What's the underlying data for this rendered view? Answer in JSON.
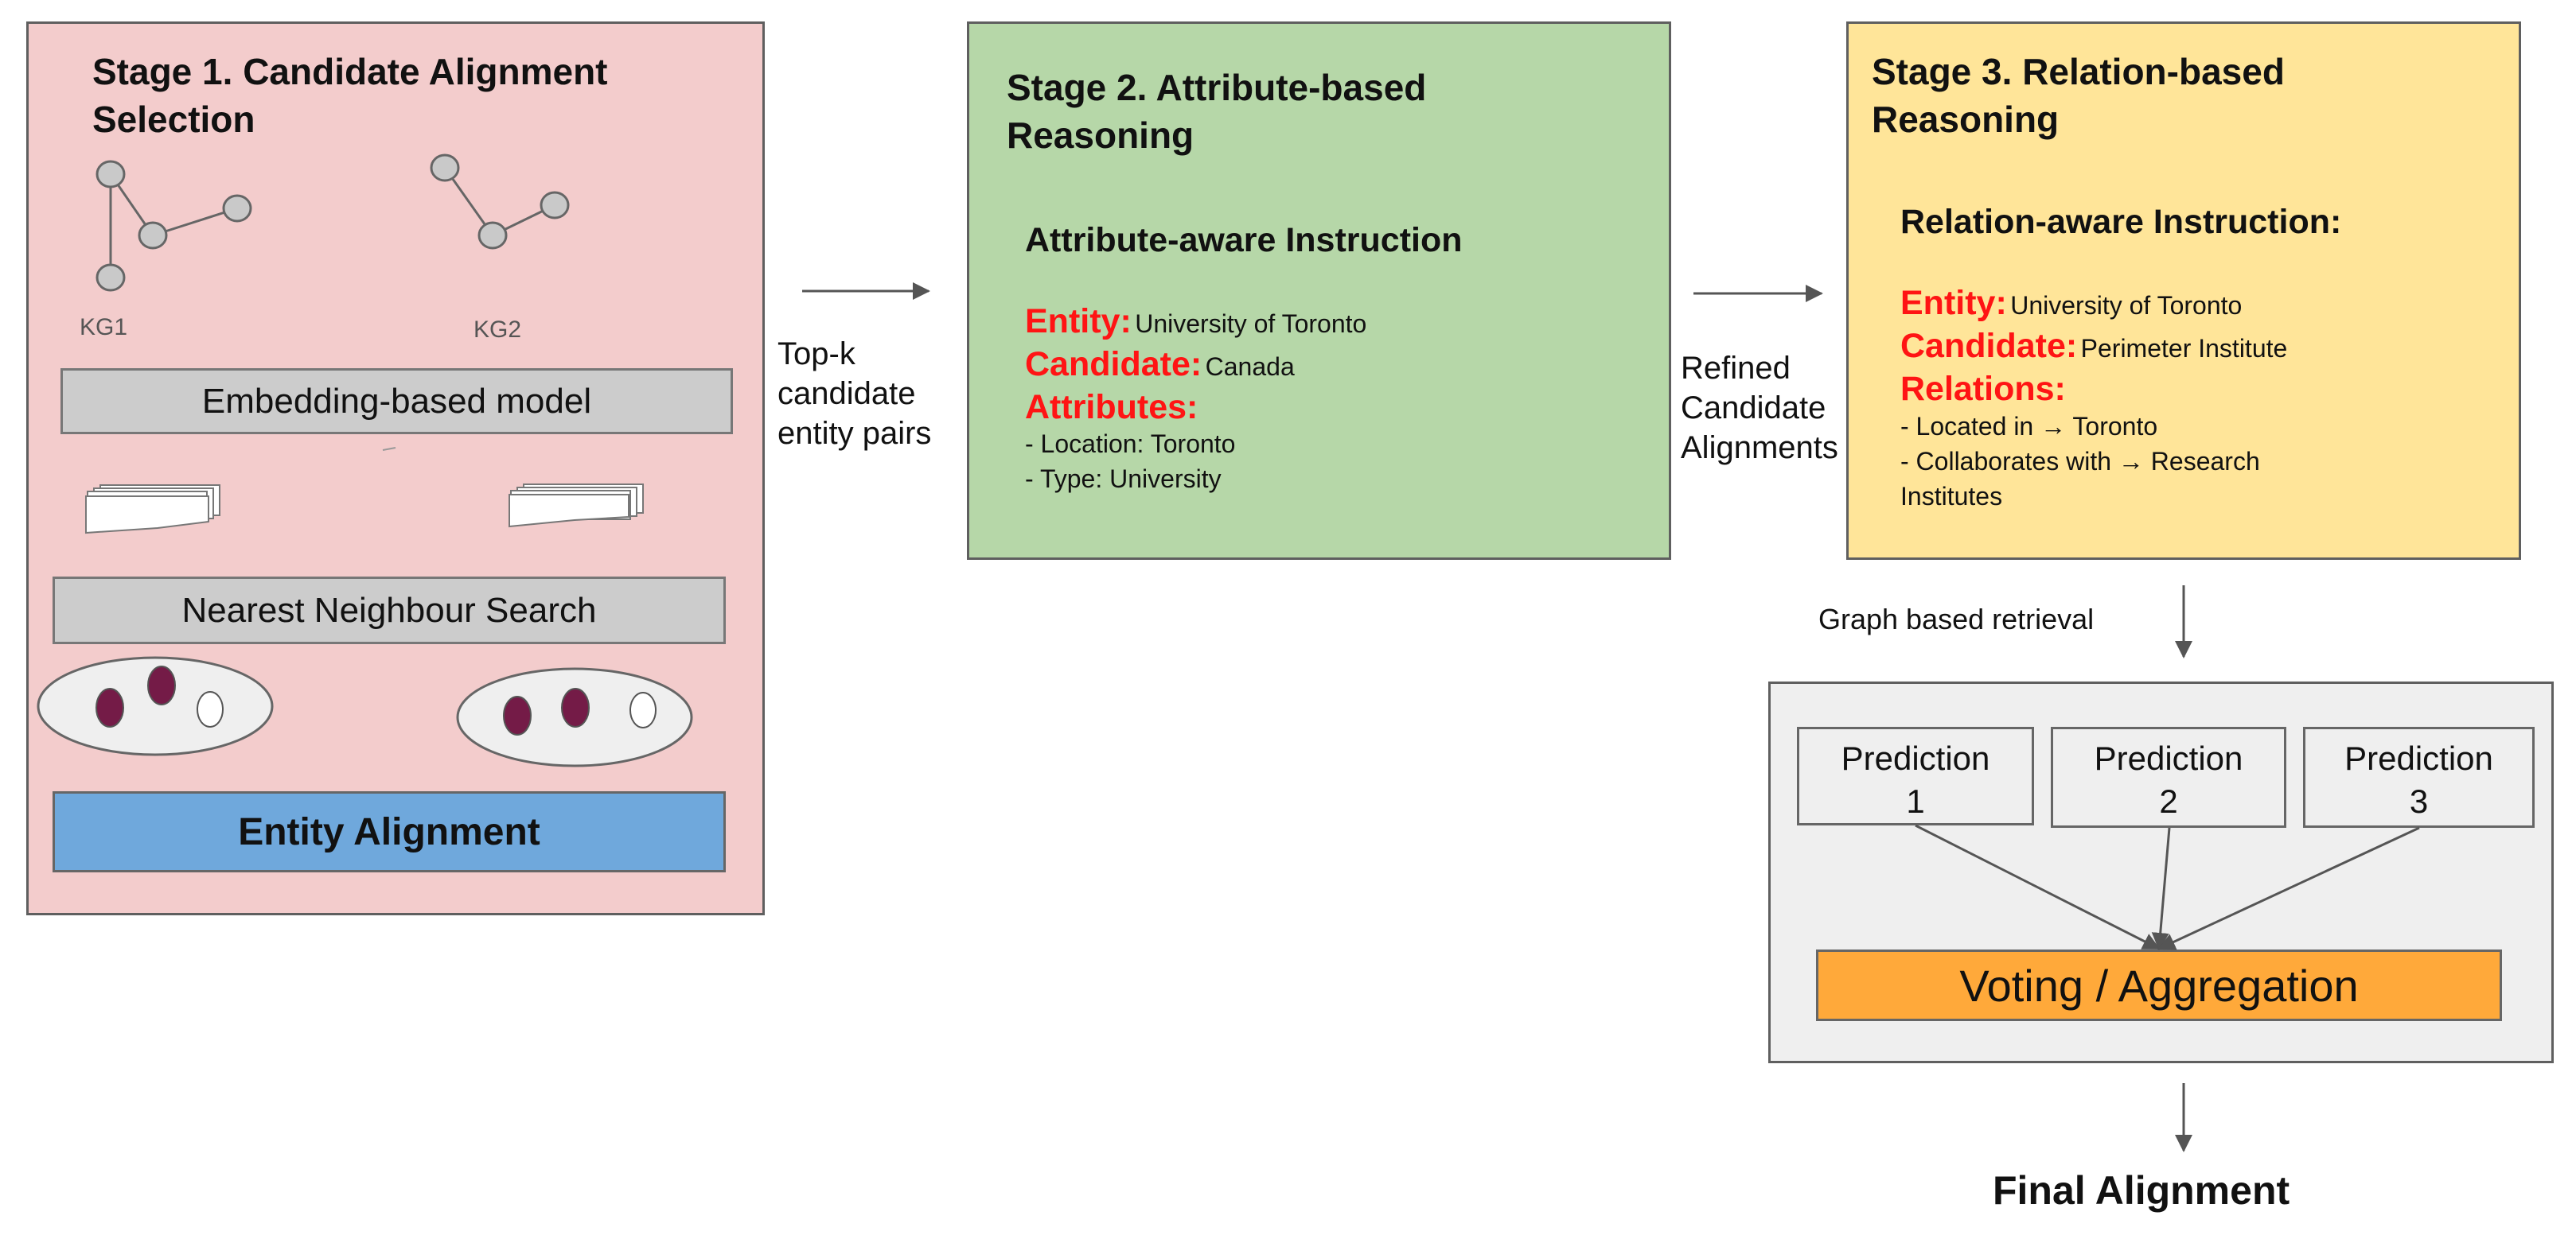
{
  "colors": {
    "stage1_bg": "#f3cccc",
    "stage2_bg": "#b6d7a8",
    "stage3_bg": "#ffe599",
    "voting_panel_bg": "#efefef",
    "gray_bar": "#cccccc",
    "entity_alignment_bar": "#6fa8dc",
    "voting_bar": "#ffa93a",
    "highlight_key": "#ff1414",
    "embedding_dot": "#741b47"
  },
  "stage1": {
    "title": "Stage 1. Candidate Alignment\nSelection",
    "kg1_label": "KG1",
    "kg2_label": "KG2",
    "embedding_model": "Embedding-based model",
    "nn_search": "Nearest Neighbour Search",
    "entity_alignment": "Entity Alignment"
  },
  "flow1": {
    "label": "Top-k\ncandidate\nentity pairs"
  },
  "stage2": {
    "title": "Stage 2. Attribute-based\nReasoning",
    "instruction_title": "Attribute-aware Instruction",
    "entity_key": "Entity:",
    "entity_value": "University of Toronto",
    "candidate_key": "Candidate:",
    "candidate_value": "Canada",
    "attributes_key": "Attributes:",
    "attributes": [
      "- Location: Toronto",
      "- Type: University"
    ]
  },
  "flow2": {
    "label": "Refined\nCandidate\nAlignments"
  },
  "stage3": {
    "title": "Stage 3. Relation-based\nReasoning",
    "instruction_title": "Relation-aware Instruction:",
    "entity_key": "Entity:",
    "entity_value": "University of Toronto",
    "candidate_key": "Candidate:",
    "candidate_value": "Perimeter Institute",
    "relations_key": "Relations:",
    "relations": [
      "- Located in → Toronto",
      "- Collaborates with → Research",
      "Institutes"
    ]
  },
  "retrieval": {
    "label": "Graph based retrieval"
  },
  "voting": {
    "predictions": [
      "Prediction\n1",
      "Prediction\n2",
      "Prediction\n3"
    ],
    "aggregation": "Voting / Aggregation"
  },
  "final": {
    "label": "Final Alignment"
  }
}
